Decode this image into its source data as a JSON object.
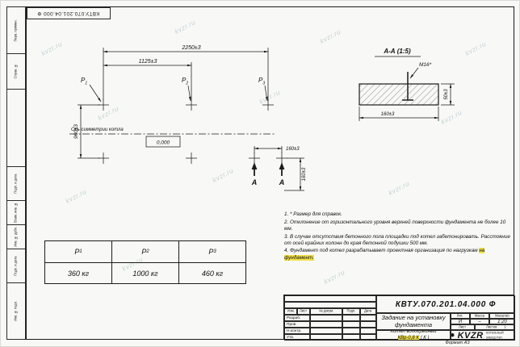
{
  "watermark_text": "kvzr.ru",
  "doc_number_rotated": "КВТУ.070.201.04.000  Ф",
  "margin_labels": [
    "Перв. примен.",
    "Справ. №",
    "Подп. и дата",
    "Взам. инв. №",
    "Инв. № дубл.",
    "Подп. и дата",
    "Инв. № подл."
  ],
  "plan": {
    "dim_total_width": "2250±3",
    "dim_half_width": "1125±3",
    "dim_height": "960±3",
    "dim_bolt_spacing_h": "160±3",
    "dim_bolt_spacing_v": "160±3",
    "axis_label": "Ось симметрии котла",
    "elevation_mark": "0,000",
    "p1_base": "Р",
    "p1_sub": "1",
    "p2_base": "Р",
    "p2_sub": "2",
    "p3_base": "Р",
    "p3_sub": "3",
    "section_letter_left": "А",
    "section_letter_right": "А"
  },
  "section": {
    "title": "А-А (1:5)",
    "bolt_label": "М16*",
    "dim_width": "160±3",
    "dim_height": "50±3"
  },
  "notes": {
    "n1": "1. * Размер для справок.",
    "n2": "2. Отклонение от горизонтального уровня верхней поверхности фундамента не более 10 мм.",
    "n3": "3. В случае отсутствия бетонного пола площадки под котел забетонировать. Расстояние от осей крайних колонн до края бетонной подушки 500 мм.",
    "n4_main": "4. Фундамент под котел разрабатывает проектная организация по нагрузкам ",
    "n4_highlight": "на фундамент."
  },
  "load_table": {
    "headers": [
      {
        "base": "Р",
        "sub": "1"
      },
      {
        "base": "Р",
        "sub": "2"
      },
      {
        "base": "Р",
        "sub": "3"
      }
    ],
    "values": [
      "360 кг",
      "1000 кг",
      "460 кг"
    ]
  },
  "title_block": {
    "doc_number": "КВТУ.070.201.04.000 Ф",
    "sign_cols": [
      "Изм.",
      "Лист",
      "№ докум.",
      "Подп.",
      "Дата"
    ],
    "sign_rows": [
      "Разраб.",
      "Пров.",
      "Н.контр.",
      "Утв."
    ],
    "title": "Задание на установку фундамента",
    "lit_label": "Лит.",
    "mass_label": "Масса",
    "scale_label": "Масштаб",
    "lit_value": "И",
    "mass_value": "–",
    "scale_value": "1:20",
    "sheet_label": "Лист",
    "sheets_label": "Листов",
    "sheets_value": "1",
    "product_line1": "Котел водогрейный",
    "product_line2_hl": "КВр-0,8 К",
    "product_line2_rest": " ( К )",
    "logo_text": "KVZR",
    "company_line1": "КОТЕЛЬНЫЙ",
    "company_line2": "ЗАВОД РЭП",
    "format_note": "Формат А3"
  }
}
